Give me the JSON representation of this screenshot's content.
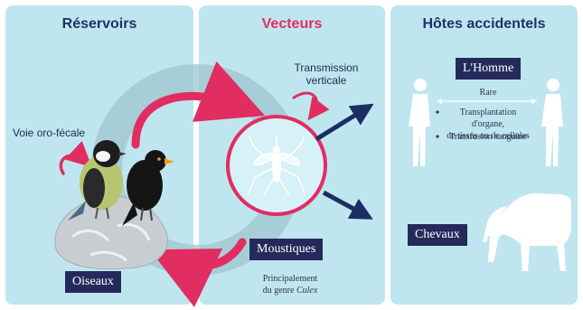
{
  "colors": {
    "panel_bg": "#bfe6ef",
    "navy": "#242a5c",
    "crimson": "#e12d61",
    "heading_navy": "#1b3467"
  },
  "icons": [
    "bird-icon",
    "mosquito-icon",
    "human-silhouette-icon",
    "horse-silhouette-icon",
    "arrow-icon"
  ],
  "reservoirs": {
    "heading": "Réservoirs",
    "fecal_oral_label": "Voie oro-fécale",
    "birds_tag": "Oiseaux"
  },
  "vectors": {
    "heading": "Vecteurs",
    "vertical_transmission": [
      "Transmission",
      "verticale"
    ],
    "mosquitoes_tag": "Moustiques",
    "genus_note": [
      "Principalement",
      "du genre ",
      "Culex"
    ]
  },
  "hosts": {
    "heading": "Hôtes accidentels",
    "human_tag": "L'Homme",
    "rare_label": "Rare",
    "human_routes": [
      [
        "Transplantation d'organe,",
        "de tissus ou de cellules"
      ],
      [
        "Transfusion sanguine"
      ]
    ],
    "horses_tag": "Chevaux"
  }
}
